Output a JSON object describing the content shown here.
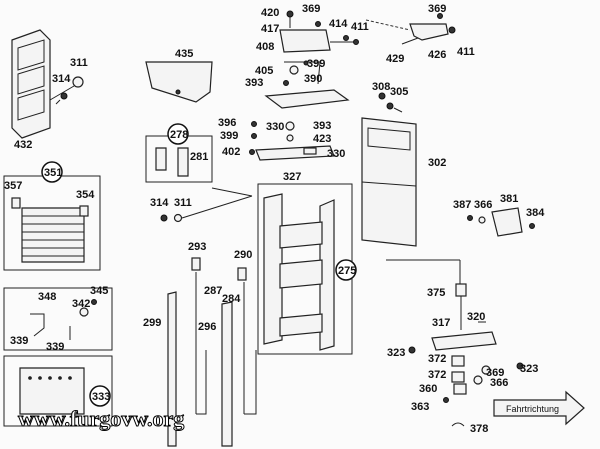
{
  "labels": {
    "l420": "420",
    "l417": "417",
    "l408": "408",
    "l369a": "369",
    "l414": "414",
    "l411a": "411",
    "l369b": "369",
    "l426": "426",
    "l411b": "411",
    "l429": "429",
    "l311a": "311",
    "l314a": "314",
    "l432": "432",
    "l435": "435",
    "l405": "405",
    "l399a": "399",
    "l393a": "393",
    "l390": "390",
    "l308": "308",
    "l305": "305",
    "l278": "278",
    "l281": "281",
    "l396": "396",
    "l399b": "399",
    "l402": "402",
    "l330a": "330",
    "l393b": "393",
    "l423": "423",
    "l330b": "330",
    "l327": "327",
    "l302": "302",
    "l351": "351",
    "l357": "357",
    "l354": "354",
    "l314b": "314",
    "l311b": "311",
    "l387": "387",
    "l366a": "366",
    "l381": "381",
    "l384": "384",
    "l293": "293",
    "l290": "290",
    "l287": "287",
    "l284": "284",
    "l275": "275",
    "l348": "348",
    "l342": "342",
    "l345": "345",
    "l339a": "339",
    "l339b": "339",
    "l299": "299",
    "l296": "296",
    "l375": "375",
    "l320": "320",
    "l317": "317",
    "l323a": "323",
    "l323b": "323",
    "l372a": "372",
    "l372b": "372",
    "l369c": "369",
    "l366b": "366",
    "l360": "360",
    "l333": "333",
    "l363": "363",
    "l378": "378"
  },
  "arrow_text": "Fahrtrichtung",
  "watermark": "www.furgovw.org"
}
